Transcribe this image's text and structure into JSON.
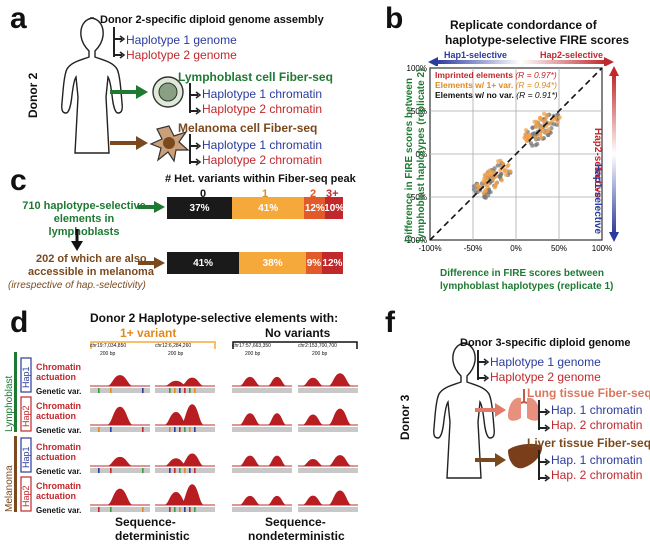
{
  "panels": {
    "a": "a",
    "b": "b",
    "c": "c",
    "d": "d",
    "f": "f"
  },
  "a": {
    "donor": "Donor 2",
    "title": "Donor 2-specific diploid genome assembly",
    "hap1": "Haplotype 1 genome",
    "hap2": "Haplotype 2 genome",
    "lympho_title": "Lymphoblast cell Fiber-seq",
    "melan_title": "Melanoma cell Fiber-seq",
    "hap1_chrom": "Haplotype 1 chromatin",
    "hap2_chrom": "Haplotype 2 chromatin"
  },
  "b": {
    "title1": "Replicate condordance of",
    "title2": "haplotype-selective FIRE scores",
    "hap1_sel": "Hap1-selective",
    "hap2_sel": "Hap2-selective",
    "legend": [
      {
        "label": "Imprinted elements",
        "r": "(R = 0.97*)",
        "color": "#c0282c"
      },
      {
        "label": "Elements w/ 1+ var.",
        "r": "(R = 0.94*)",
        "color": "#e08a1e"
      },
      {
        "label": "Elements w/ no var.",
        "r": "(R = 0.91*)",
        "color": "#111111"
      }
    ],
    "ylabel1": "Difference in FIRE scores between",
    "ylabel2": "lymphoblast haplotypes (replicate 2)",
    "xlabel1": "Difference in FIRE scores between",
    "xlabel2": "lymphoblast haplotypes (replicate 1)",
    "right_top": "Hap2-selective",
    "right_bottom": "Hap1-selective"
  },
  "chart_data": {
    "type": "scatter",
    "xlim": [
      -100,
      100
    ],
    "ylim": [
      -100,
      100
    ],
    "xticks": [
      "-100%",
      "-50%",
      "0%",
      "50%",
      "100%"
    ],
    "yticks": [
      "100%",
      "50%",
      "0%",
      "-50%",
      "-100%"
    ],
    "clusters": [
      {
        "name": "Elements w/ no var.",
        "color": "#777777",
        "cx": -28,
        "cy": -30,
        "n": 60
      },
      {
        "name": "Elements w/ no var.",
        "color": "#777777",
        "cx": 32,
        "cy": 30,
        "n": 55
      },
      {
        "name": "Elements w/ 1+ var.",
        "color": "#f2a04a",
        "cx": -26,
        "cy": -27,
        "n": 45
      },
      {
        "name": "Elements w/ 1+ var.",
        "color": "#f2a04a",
        "cx": 30,
        "cy": 32,
        "n": 45
      }
    ]
  },
  "c": {
    "header": "# Het. variants within Fiber-seq peak",
    "cols": [
      "0",
      "1",
      "2",
      "3+"
    ],
    "row1_label": "710 haplotype-selective elements in lymphoblasts",
    "row2_label1": "202 of which are also",
    "row2_label2": "accessible in melanoma",
    "row2_label3": "(irrespective of hap.-selectivity)",
    "row1": [
      {
        "v": 37,
        "t": "37%"
      },
      {
        "v": 41,
        "t": "41%"
      },
      {
        "v": 12,
        "t": "12%"
      },
      {
        "v": 10,
        "t": "10%"
      }
    ],
    "row2": [
      {
        "v": 41,
        "t": "41%"
      },
      {
        "v": 38,
        "t": "38%"
      },
      {
        "v": 9,
        "t": "9%"
      },
      {
        "v": 12,
        "t": "12%"
      }
    ]
  },
  "d": {
    "title": "Donor 2 Haplotype-selective elements with:",
    "variant_group": "1+ variant",
    "novar_group": "No variants",
    "coords": [
      "chr19:7,034,850",
      "chr12:6,284,260",
      "chr17:57,663,350",
      "chr2:153,700,700"
    ],
    "scale": "200 bp",
    "chrom_act1": "Chromatin",
    "chrom_act2": "actuation",
    "genetic": "Genetic var.",
    "lympho": "Lymphoblast",
    "melan": "Melanoma",
    "hap1": "Hap1",
    "hap2": "Hap2",
    "bottom_left1": "Sequence-",
    "bottom_left2": "deterministic",
    "bottom_right1": "Sequence-",
    "bottom_right2": "nondeterministic"
  },
  "f": {
    "donor": "Donor 3",
    "title": "Donor 3-specific diploid genome",
    "hap1": "Haplotype 1 genome",
    "hap2": "Haplotype 2 genome",
    "lung": "Lung tissue Fiber-seq",
    "liver": "Liver tissue Fiber-seq",
    "h1c": "Hap. 1 chromatin",
    "h2c": "Hap. 2 chromatin"
  },
  "colors": {
    "blue": "#2b3a9e",
    "red": "#c0282c",
    "green": "#1e7a33",
    "brown": "#7a4a1e",
    "black": "#1a1a1a",
    "orange": "#f5a93a",
    "dark_orange": "#e05a2a",
    "crimson": "#c0282c"
  }
}
